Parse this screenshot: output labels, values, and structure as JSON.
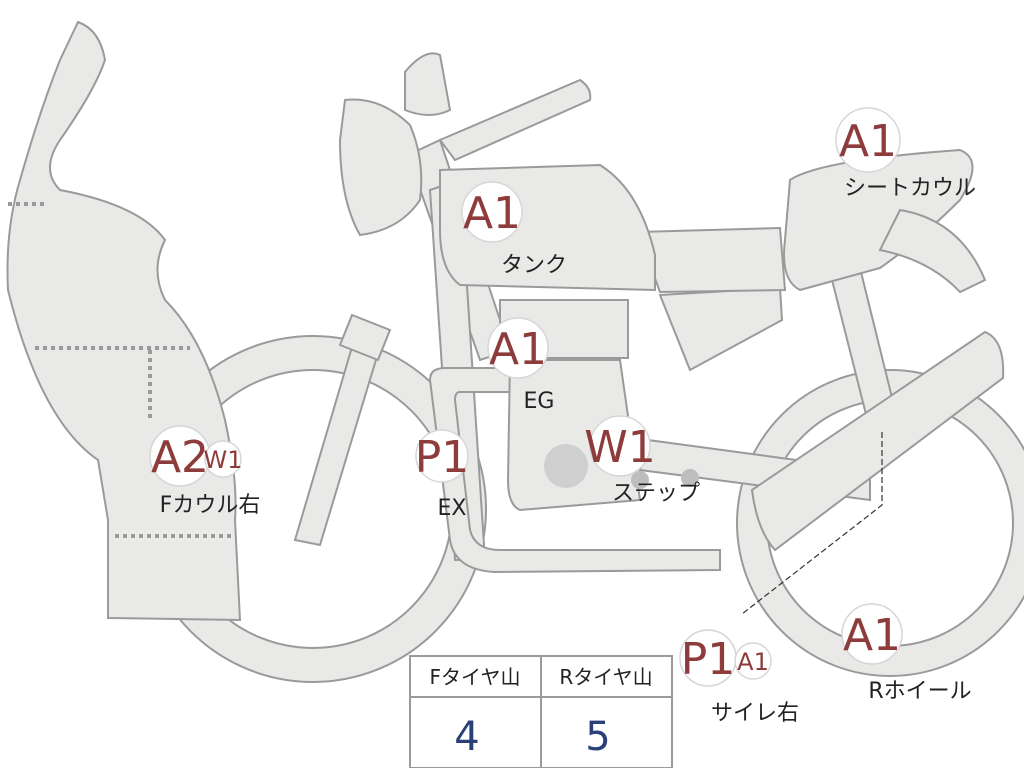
{
  "parts": {
    "tank": {
      "grade": "A1",
      "label": "タンク"
    },
    "engine": {
      "grade": "A1",
      "label": "EG"
    },
    "seat_cowl": {
      "grade": "A1",
      "label": "シートカウル"
    },
    "f_cowl_r": {
      "grade": "A2",
      "grade2": "W1",
      "label": "Fカウル右"
    },
    "exhaust": {
      "grade": "P1",
      "label": "EX"
    },
    "step": {
      "grade": "W1",
      "label": "ステップ"
    },
    "silencer_r": {
      "grade": "P1",
      "grade2": "A1",
      "label": "サイレ右"
    },
    "r_wheel": {
      "grade": "A1",
      "label": "Rホイール"
    }
  },
  "tire_table": {
    "front_label": "Fタイヤ山",
    "rear_label": "Rタイヤ山",
    "front_value": "4",
    "rear_value": "5"
  },
  "colors": {
    "grade": "#8e3b3b",
    "value": "#2b3f78",
    "body": "#e9e9e7"
  }
}
